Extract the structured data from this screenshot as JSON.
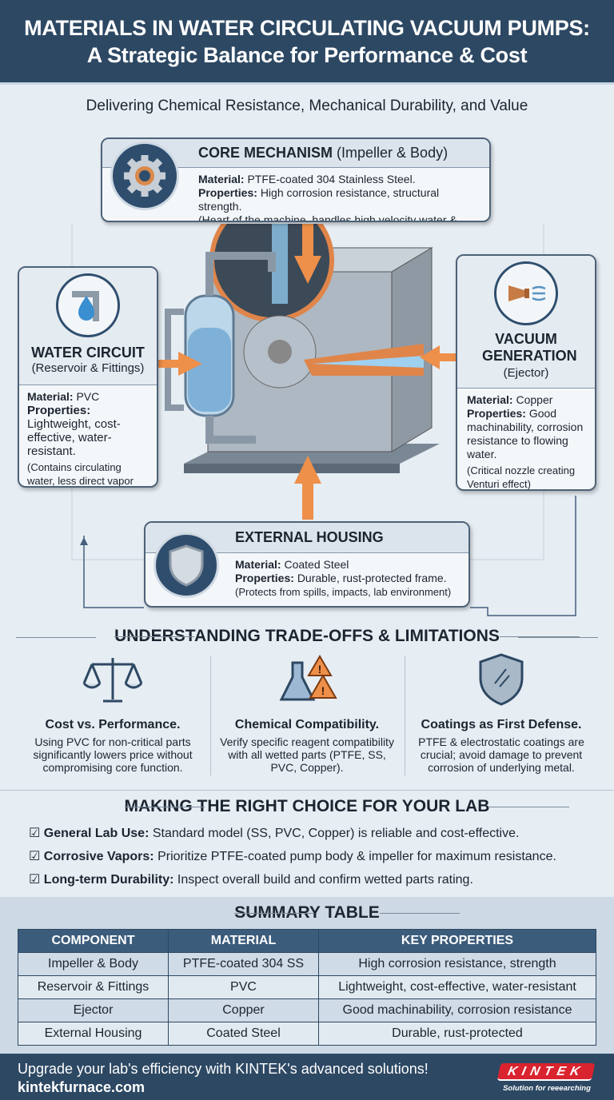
{
  "header": {
    "title_line1": "MATERIALS IN WATER CIRCULATING VACUUM PUMPS:",
    "title_line2": "A Strategic Balance for Performance & Cost"
  },
  "subtitle": "Delivering Chemical Resistance, Mechanical Durability, and Value",
  "cards": {
    "core": {
      "title": "CORE MECHANISM",
      "subtitle": "(Impeller & Body)",
      "material_label": "Material:",
      "material": "PTFE-coated 304 Stainless Steel.",
      "properties_label": "Properties:",
      "properties": "High corrosion resistance, structural strength.",
      "note": "(Heart of the machine, handles high velocity water & vapors)",
      "icon": "gear-icon"
    },
    "water": {
      "title": "WATER CIRCUIT",
      "subtitle": "(Reservoir & Fittings)",
      "material_label": "Material:",
      "material": "PVC",
      "properties_label": "Properties:",
      "properties": "Lightweight, cost-effective, water-resistant.",
      "note": "(Contains circulating water, less direct vapor exposure)",
      "icon": "water-drop-pipe-icon"
    },
    "vacuum": {
      "title": "VACUUM GENERATION",
      "subtitle": "(Ejector)",
      "material_label": "Material:",
      "material": "Copper",
      "properties_label": "Properties:",
      "properties": "Good machinability, corrosion resistance to flowing water.",
      "note": "(Critical nozzle creating Venturi effect)",
      "icon": "nozzle-icon"
    },
    "housing": {
      "title": "EXTERNAL HOUSING",
      "material_label": "Material:",
      "material": "Coated Steel",
      "properties_label": "Properties:",
      "properties": "Durable, rust-protected frame.",
      "note": "(Protects from spills, impacts, lab environment)",
      "icon": "shield-icon"
    }
  },
  "tradeoffs": {
    "heading": "UNDERSTANDING TRADE-OFFS & LIMITATIONS",
    "items": [
      {
        "title": "Cost vs. Performance.",
        "text": "Using PVC for non-critical parts significantly lowers price without compromising core function.",
        "icon": "balance-scale-icon"
      },
      {
        "title": "Chemical Compatibility.",
        "text": "Verify specific reagent compatibility with all wetted parts (PTFE, SS, PVC, Copper).",
        "icon": "flask-warning-icon"
      },
      {
        "title": "Coatings as First Defense.",
        "text": "PTFE & electrostatic coatings are crucial; avoid damage to prevent corrosion of underlying metal.",
        "icon": "shield-icon"
      }
    ]
  },
  "choice": {
    "heading": "MAKING THE RIGHT CHOICE FOR YOUR LAB",
    "items": [
      {
        "label": "General Lab Use:",
        "text": "Standard model (SS, PVC, Copper) is reliable and cost-effective."
      },
      {
        "label": "Corrosive Vapors:",
        "text": "Prioritize PTFE-coated pump body & impeller for maximum resistance."
      },
      {
        "label": "Long-term Durability:",
        "text": "Inspect overall build and confirm wetted parts rating."
      }
    ]
  },
  "summary": {
    "heading": "SUMMARY TABLE",
    "columns": [
      "COMPONENT",
      "MATERIAL",
      "KEY PROPERTIES"
    ],
    "rows": [
      [
        "Impeller & Body",
        "PTFE-coated 304 SS",
        "High corrosion resistance, strength"
      ],
      [
        "Reservoir & Fittings",
        "PVC",
        "Lightweight, cost-effective, water-resistant"
      ],
      [
        "Ejector",
        "Copper",
        "Good machinability, corrosion resistance"
      ],
      [
        "External Housing",
        "Coated Steel",
        "Durable, rust-protected"
      ]
    ]
  },
  "footer": {
    "cta": "Upgrade your lab's efficiency with KINTEK's advanced solutions!",
    "url": "kintekfurnace.com",
    "logo": "KINTEK",
    "tagline": "Solution for reeearching"
  },
  "colors": {
    "navy": "#2d4863",
    "accent_orange": "#ee8f4a",
    "logo_red": "#d9232e"
  }
}
